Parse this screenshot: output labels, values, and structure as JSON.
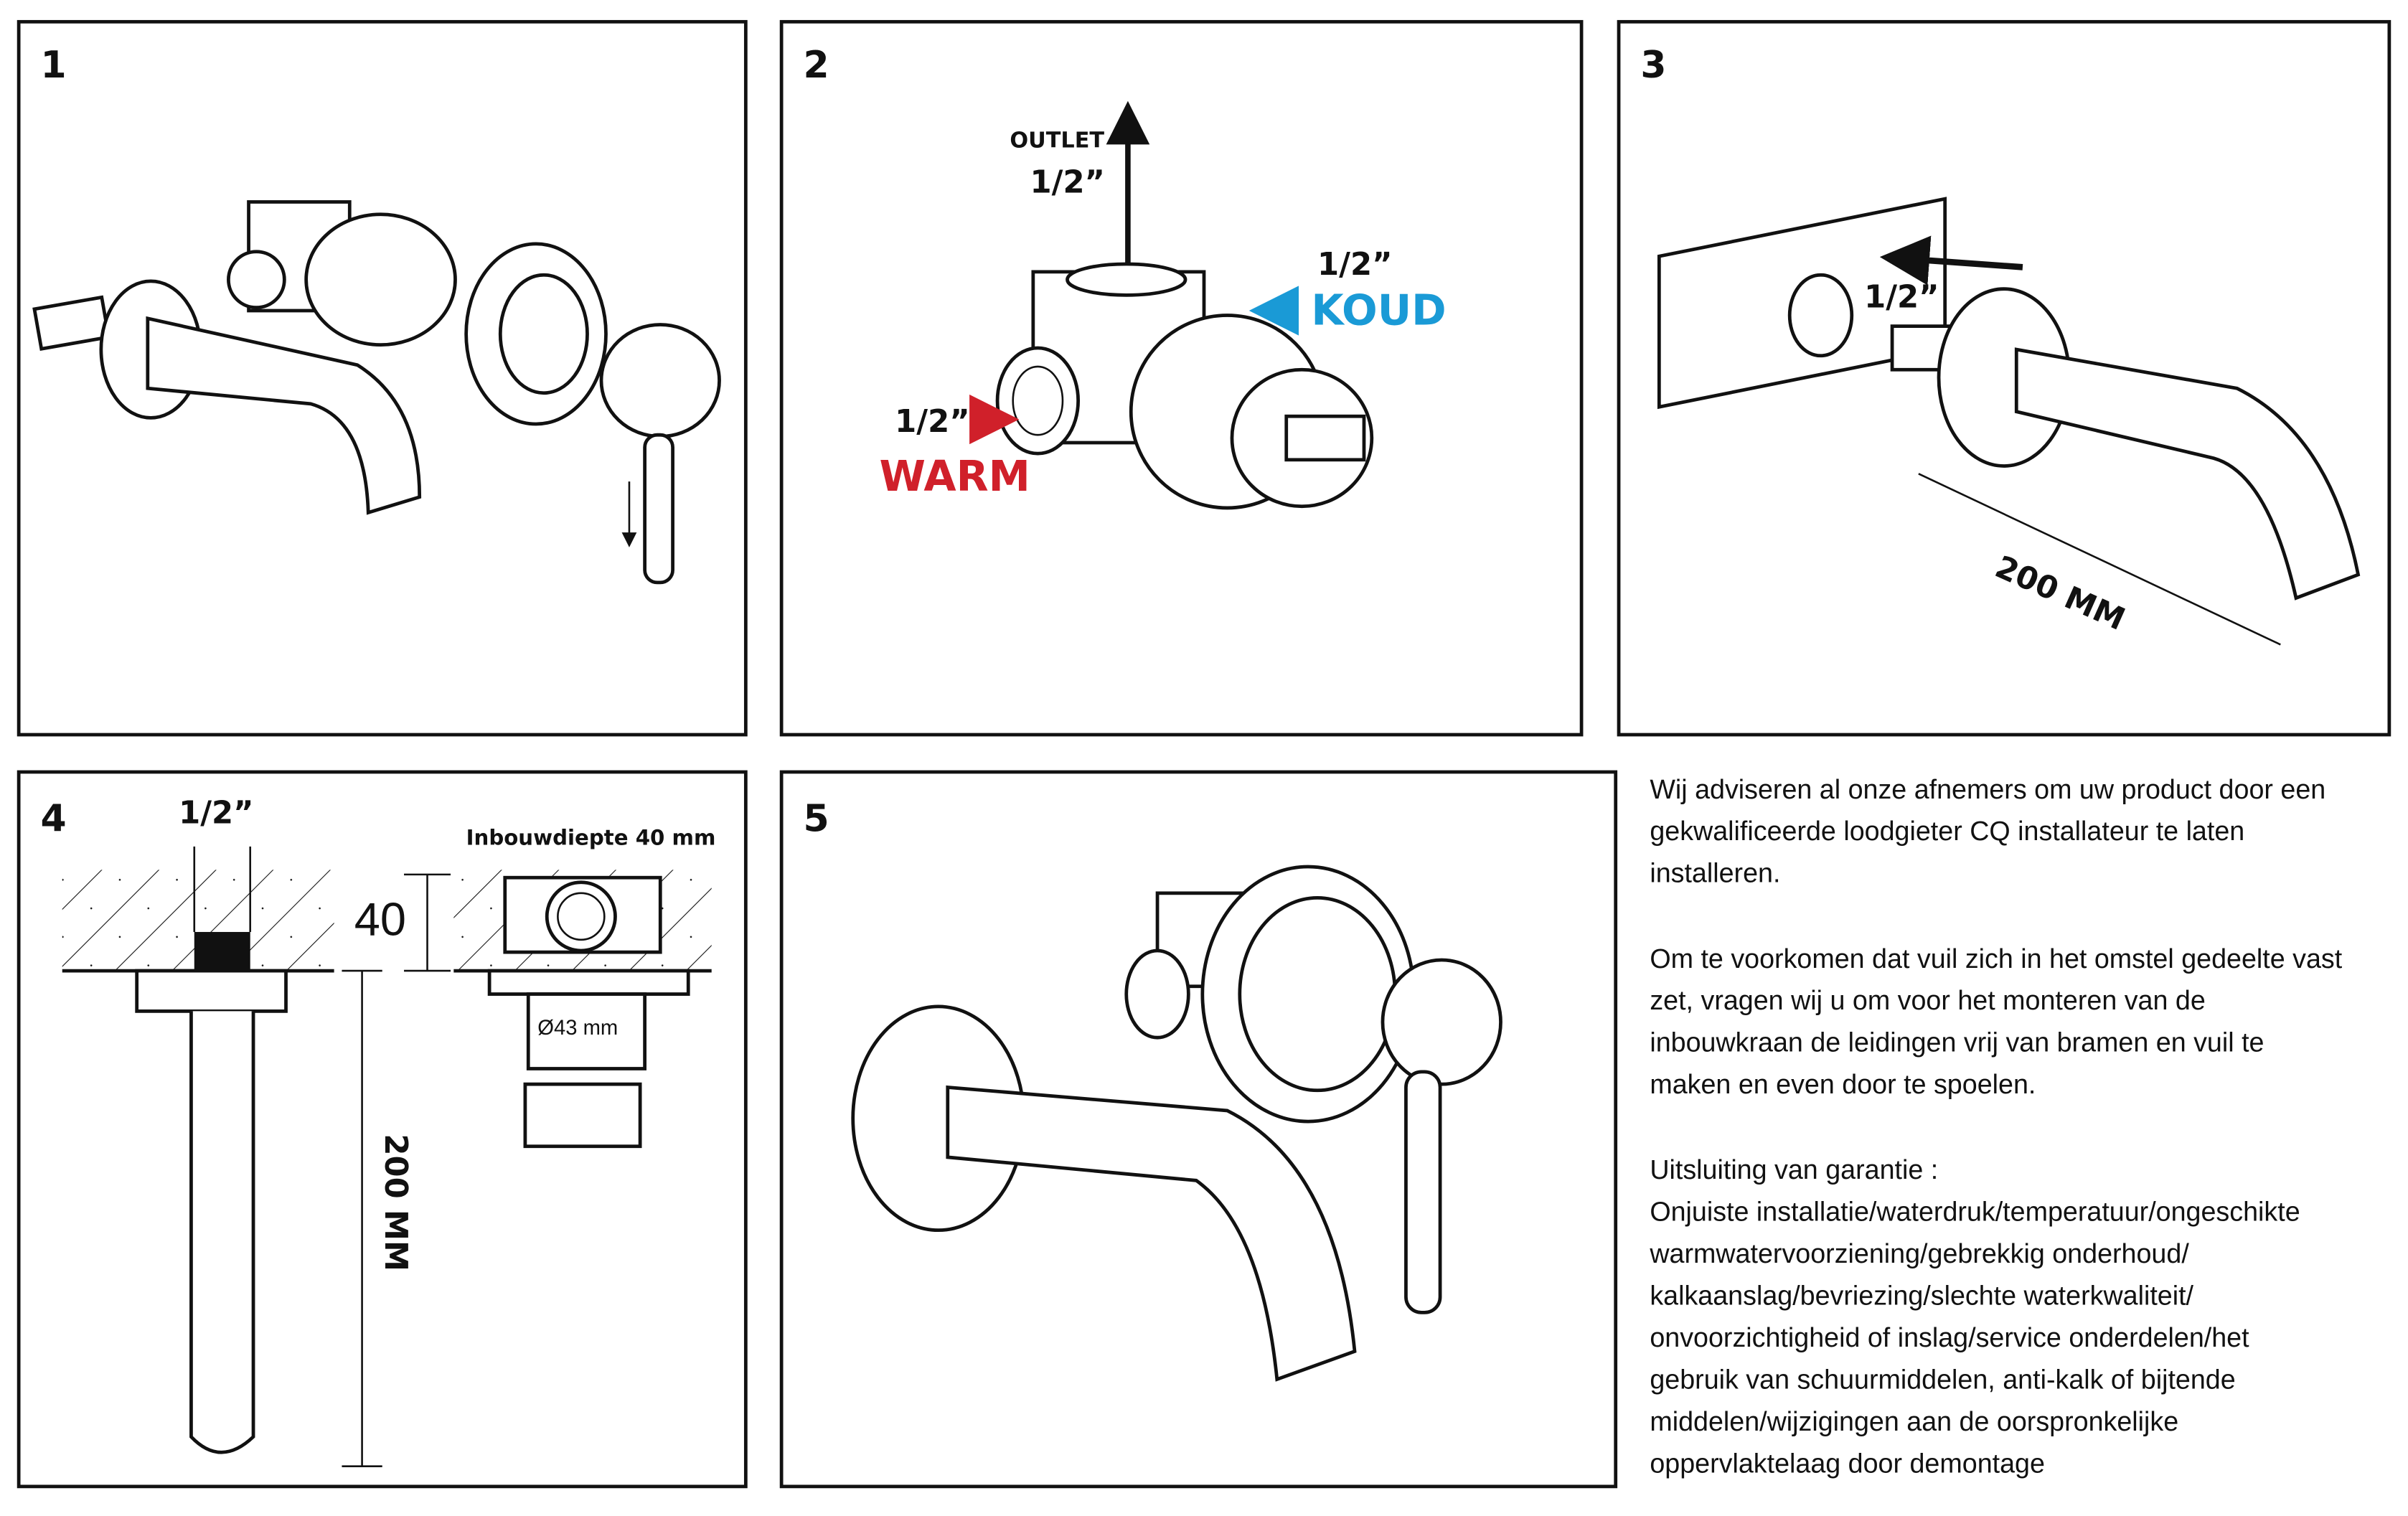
{
  "panels": [
    {
      "number": "1"
    },
    {
      "number": "2",
      "outlet_label": "OUTLET",
      "outlet_size": "1/2”",
      "cold_size": "1/2”",
      "cold_label": "KOUD",
      "warm_size": "1/2”",
      "warm_label": "WARM"
    },
    {
      "number": "3",
      "size": "1/2”",
      "length": "200 MM"
    },
    {
      "number": "4",
      "size": "1/2”",
      "depth_title": "Inbouwdiepte 40 mm",
      "depth_value": "40",
      "diameter": "Ø43 mm",
      "length": "200 MM"
    },
    {
      "number": "5"
    }
  ],
  "colors": {
    "warm": "#d0202a",
    "cold": "#1a9ad6",
    "line": "#111111"
  },
  "instructions": {
    "paragraph1": [
      "Wij adviseren al onze afnemers om uw product door een",
      "gekwalificeerde loodgieter CQ installateur te laten",
      "installeren."
    ],
    "paragraph2": [
      "Om te voorkomen dat vuil zich in het omstel gedeelte vast",
      "zet, vragen wij u om voor het monteren van de",
      "inbouwkraan de leidingen vrij van bramen en vuil te",
      "maken en even door te spoelen."
    ],
    "warranty_title": "Uitsluiting van garantie :",
    "warranty_lines": [
      "Onjuiste installatie/waterdruk/temperatuur/ongeschikte",
      "warmwatervoorziening/gebrekkig onderhoud/",
      "kalkaanslag/bevriezing/slechte waterkwaliteit/",
      "onvoorzichtigheid of inslag/service onderdelen/het",
      "gebruik van schuurmiddelen, anti-kalk of bijtende",
      "middelen/wijzigingen aan de oorspronkelijke",
      "oppervlaktelaag  door demontage"
    ]
  }
}
